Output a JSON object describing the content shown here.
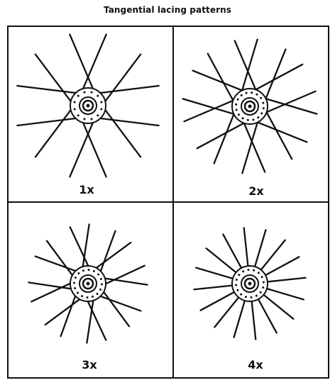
{
  "title": "Tangential lacing patterns",
  "colors": {
    "ink": "#111111",
    "paper": "#ffffff"
  },
  "panels": [
    {
      "label": "1x",
      "crosses": 1,
      "spokes": 12,
      "hub_holes": 12
    },
    {
      "label": "2x",
      "crosses": 2,
      "spokes": 16,
      "hub_holes": 16
    },
    {
      "label": "3x",
      "crosses": 3,
      "spokes": 16,
      "hub_holes": 16
    },
    {
      "label": "4x",
      "crosses": 4,
      "spokes": 16,
      "hub_holes": 16
    }
  ]
}
